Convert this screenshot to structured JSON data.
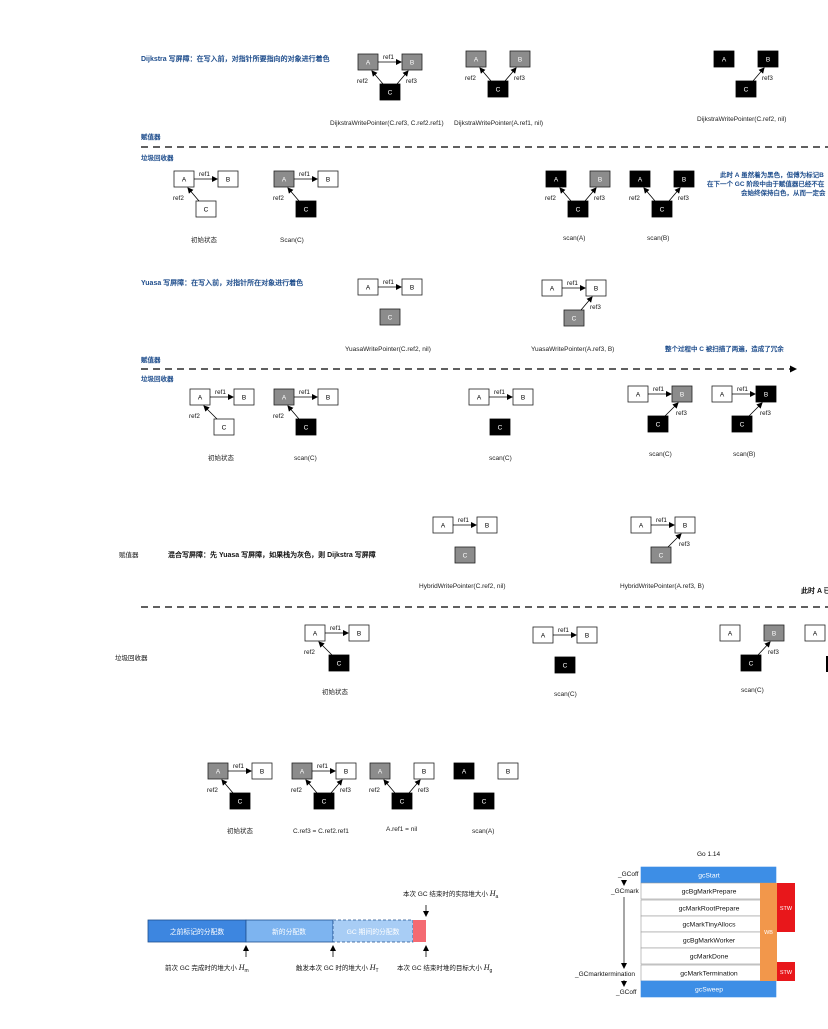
{
  "section1": {
    "title": "Dijkstra 写屏障：在写入前，对指针所要指向的对象进行着色",
    "captions": [
      "DijkstraWritePointer(C.ref3, C.ref2.ref1)",
      "DijkstraWritePointer(A.ref1, nil)",
      "DijkstraWritePointer(C.ref2, nil)"
    ],
    "assigner_label": "赋值器",
    "collector_label": "垃圾回收器",
    "collector_captions": [
      "初始状态",
      "Scan(C)",
      "scan(A)",
      "scan(B)"
    ],
    "note_lines": [
      "此时 A 虽然着为黑色，但傅为标记B",
      "在下一个 GC 阶段中由于赋值器已经不在",
      "会始终保持白色，从而一定会"
    ]
  },
  "section2": {
    "title": "Yuasa 写屏障：在写入前，对指针所在对象进行着色",
    "captions": [
      "YuasaWritePointer(C.ref2, nil)",
      "YuasaWritePointer(A.ref3, B)"
    ],
    "note": "整个过程中 C 被扫描了两遍，造成了冗余",
    "assigner_label": "赋值器",
    "collector_label": "垃圾回收器",
    "collector_captions": [
      "初始状态",
      "scan(C)",
      "scan(C)",
      "scan(C)",
      "scan(B)"
    ]
  },
  "section3": {
    "assigner_label": "赋值器",
    "title": "混合写屏障：先 Yuasa 写屏障，如果栈为灰色，则 Dijkstra 写屏障",
    "captions": [
      "HybridWritePointer(C.ref2, nil)",
      "HybridWritePointer(A.ref3, B)"
    ],
    "right_note": "此时 A 已",
    "collector_label": "垃圾回收器",
    "collector_captions": [
      "初始状态",
      "scan(C)",
      "scan(C)"
    ]
  },
  "section4": {
    "captions": [
      "初始状态",
      "C.ref3 = C.ref2.ref1",
      "A.ref1 = nil",
      "scan(A)"
    ]
  },
  "node_labels": {
    "a": "A",
    "b": "B",
    "c": "C"
  },
  "ref_labels": {
    "ref1": "ref1",
    "ref2": "ref2",
    "ref3": "ref3"
  },
  "heap": {
    "segments": [
      "之前标记的分配数",
      "新的分配数",
      "GC 期间的分配数"
    ],
    "top_label": "本次 GC 结束时的实际堆大小",
    "top_sym": "H",
    "top_sub": "a",
    "bottom_labels": [
      {
        "text": "前次 GC 完成时的堆大小",
        "sym": "H",
        "sub": "m"
      },
      {
        "text": "触发本次 GC 时的堆大小",
        "sym": "H",
        "sub": "T"
      },
      {
        "text": "本次 GC 结束时堆的目标大小",
        "sym": "H",
        "sub": "g"
      }
    ]
  },
  "go114": {
    "title": "Go 1.14",
    "phases": [
      "_GCoff",
      "_GCmark",
      "_GCmarktermination",
      "_GCoff"
    ],
    "steps": [
      "gcStart",
      "gcBgMarkPrepare",
      "gcMarkRootPrepare",
      "gcMarkTinyAllocs",
      "gcBgMarkWorker",
      "gcMarkDone",
      "gcMarkTermination",
      "gcSweep"
    ],
    "wb_label": "WB",
    "stw_label": "STW",
    "colors": {
      "blue": "#3d8ee6",
      "orange": "#f2974b",
      "red": "#e8171b"
    }
  },
  "colors": {
    "gray": "#8c8c8c",
    "black": "#000000",
    "white": "#ffffff",
    "title_blue": "#1e4d8c",
    "seg_dark": "#3d86e0",
    "seg_mid": "#7db4f0",
    "seg_light": "#a8cdf5",
    "seg_pink": "#f46a72"
  }
}
